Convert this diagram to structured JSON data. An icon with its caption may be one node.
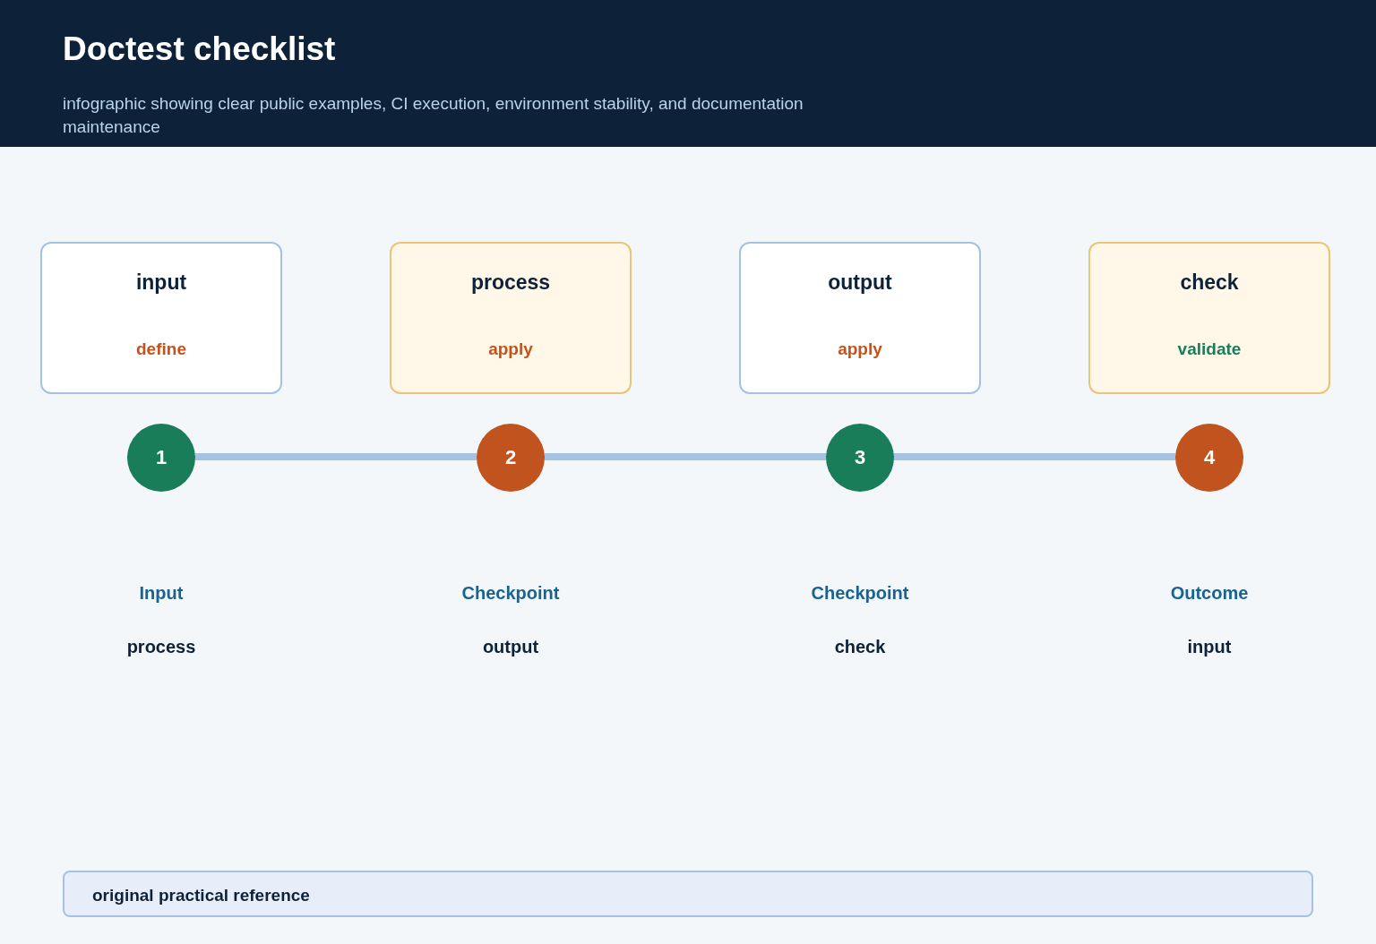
{
  "diagram": {
    "title": "Doctest checklist",
    "nodes": [
      {
        "text": [
          "input",
          "define"
        ]
      },
      {
        "text": [
          "process",
          "apply"
        ]
      },
      {
        "text": [
          "output",
          "apply"
        ]
      },
      {
        "text": [
          "check",
          "validate"
        ]
      },
      {
        "text": [
          "1"
        ]
      },
      {
        "text": [
          "2"
        ]
      },
      {
        "text": [
          "3"
        ]
      },
      {
        "text": [
          "4"
        ]
      },
      {
        "text": [
          "original practical reference"
        ]
      }
    ],
    "edges": [
      {
        "from": 4,
        "to": 5,
        "arrow": "none"
      },
      {
        "from": 5,
        "to": 6,
        "arrow": "none"
      },
      {
        "from": 6,
        "to": 7,
        "arrow": "none"
      }
    ],
    "labels": [
      "infographic showing clear public examples, CI execution, environment stability, and documentation maintenance",
      "Input",
      "Checkpoint",
      "Checkpoint",
      "Outcome",
      "process",
      "output",
      "check",
      "input"
    ]
  }
}
